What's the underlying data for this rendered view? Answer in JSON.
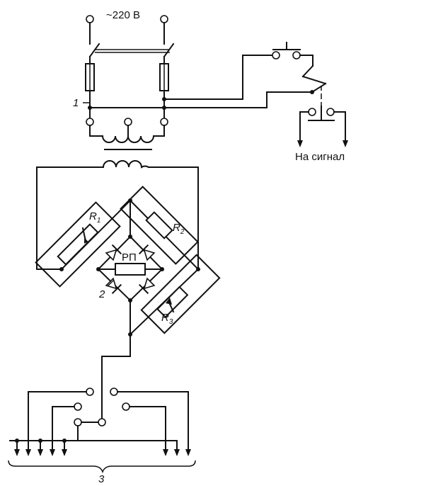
{
  "labels": {
    "supply": "~220 В",
    "signal": "На сигнал",
    "relay": "РП",
    "r1": "R",
    "r1_sub": "1",
    "r2": "R",
    "r2_sub": "2",
    "r3": "R",
    "r3_sub": "3",
    "mark1": "1",
    "mark2": "2",
    "mark3": "3"
  },
  "colors": {
    "line": "#111111",
    "background": "#ffffff"
  }
}
